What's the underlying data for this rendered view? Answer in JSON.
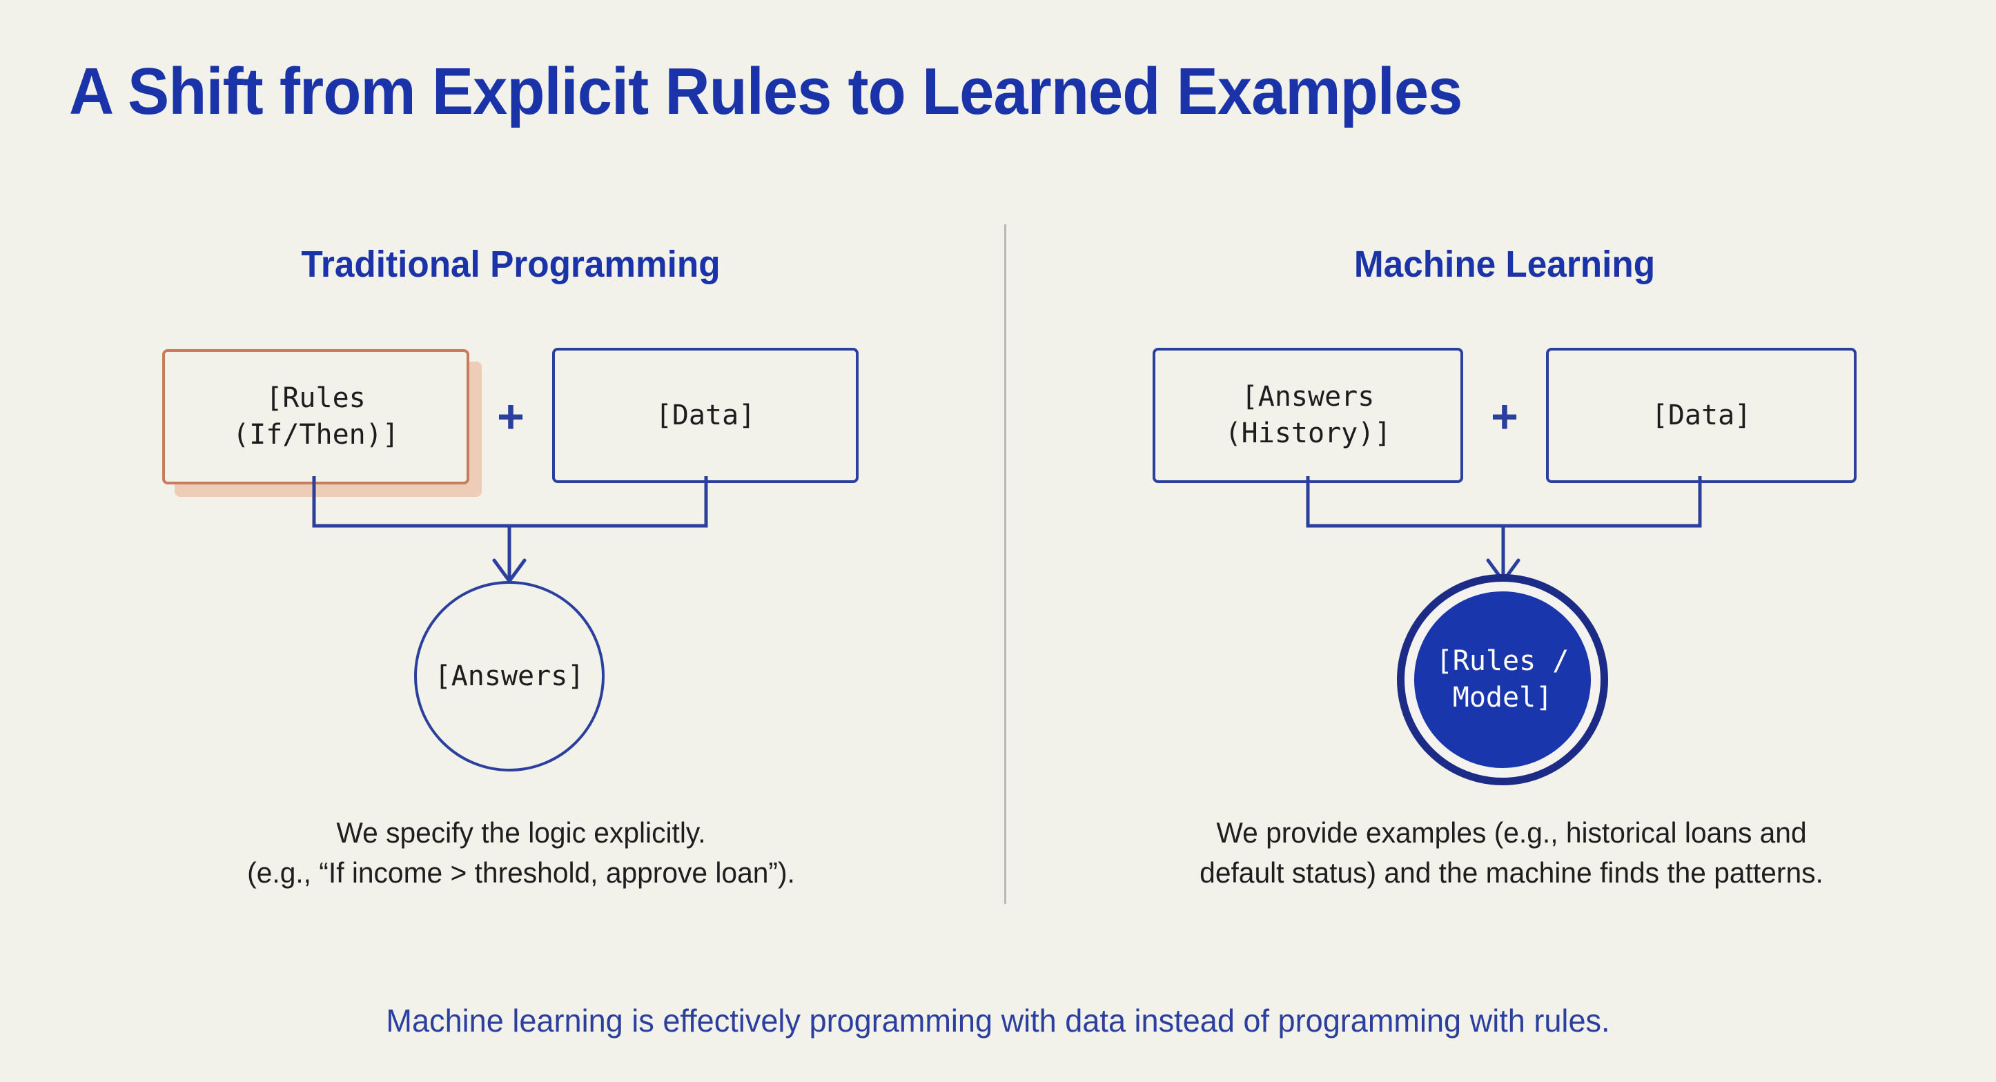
{
  "slide": {
    "title": "A Shift from Explicit Rules to Learned Examples",
    "background_color": "#f2f1ea",
    "accent_blue": "#1a33a8",
    "line_blue": "#2a3f9e",
    "highlight_orange": "#c97c5b",
    "highlight_shadow": "#e9a481",
    "body_text_color": "#1e1e1e",
    "divider_color": "#b9b8b2"
  },
  "columns": [
    {
      "id": "traditional",
      "header": "Traditional Programming",
      "inputs": [
        {
          "label": "[Rules\n(If/Then)]",
          "highlighted": true
        },
        {
          "label": "[Data]",
          "highlighted": false
        }
      ],
      "operator": "+",
      "output": {
        "label": "[Answers]",
        "shape": "circle",
        "filled": false
      },
      "caption": "We specify the logic explicitly.\n(e.g., “If income > threshold, approve loan”)."
    },
    {
      "id": "machine-learning",
      "header": "Machine Learning",
      "inputs": [
        {
          "label": "[Answers\n(History)]",
          "highlighted": false
        },
        {
          "label": "[Data]",
          "highlighted": false
        }
      ],
      "operator": "+",
      "output": {
        "label": "[Rules /\nModel]",
        "shape": "circle",
        "filled": true
      },
      "caption": "We provide examples (e.g., historical loans and\ndefault status) and the machine finds the patterns."
    }
  ],
  "bottom_summary": "Machine learning is effectively programming with data instead of programming with rules."
}
